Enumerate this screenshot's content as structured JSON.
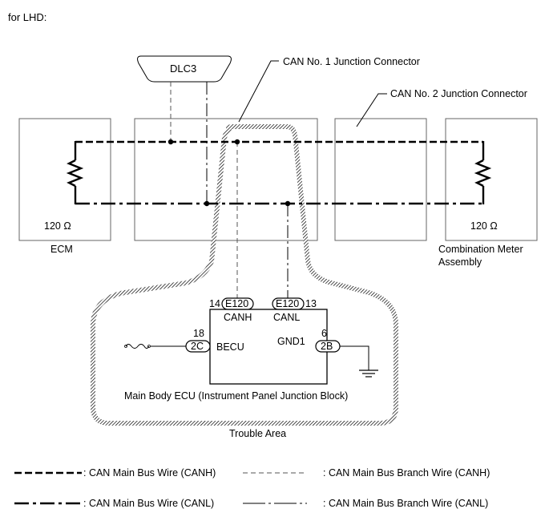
{
  "header": "for LHD:",
  "labels": {
    "dlc3": "DLC3",
    "can1_junction": "CAN No. 1 Junction Connector",
    "can2_junction": "CAN No. 2 Junction Connector",
    "ecm": "ECM",
    "ecm_resistance": "120 Ω",
    "meter_resistance": "120 Ω",
    "meter_line1": "Combination Meter",
    "meter_line2": "Assembly",
    "pin_14": "14",
    "pin_13": "13",
    "conn_e120_a": "E120",
    "conn_e120_b": "E120",
    "canh": "CANH",
    "canl": "CANL",
    "pin_18": "18",
    "conn_2c": "2C",
    "becu": "BECU",
    "pin_6": "6",
    "conn_2b": "2B",
    "gnd1": "GND1",
    "main_body_ecu": "Main Body ECU (Instrument Panel Junction Block)",
    "trouble_area": "Trouble Area"
  },
  "legend": [
    {
      "style": "main-canh",
      "label": ": CAN Main Bus Wire (CANH)"
    },
    {
      "style": "branch-canh",
      "label": ": CAN Main Bus Branch Wire (CANH)"
    },
    {
      "style": "main-canl",
      "label": ": CAN Main Bus Wire (CANL)"
    },
    {
      "style": "branch-canl",
      "label": ": CAN Main Bus Branch Wire (CANL)"
    }
  ]
}
